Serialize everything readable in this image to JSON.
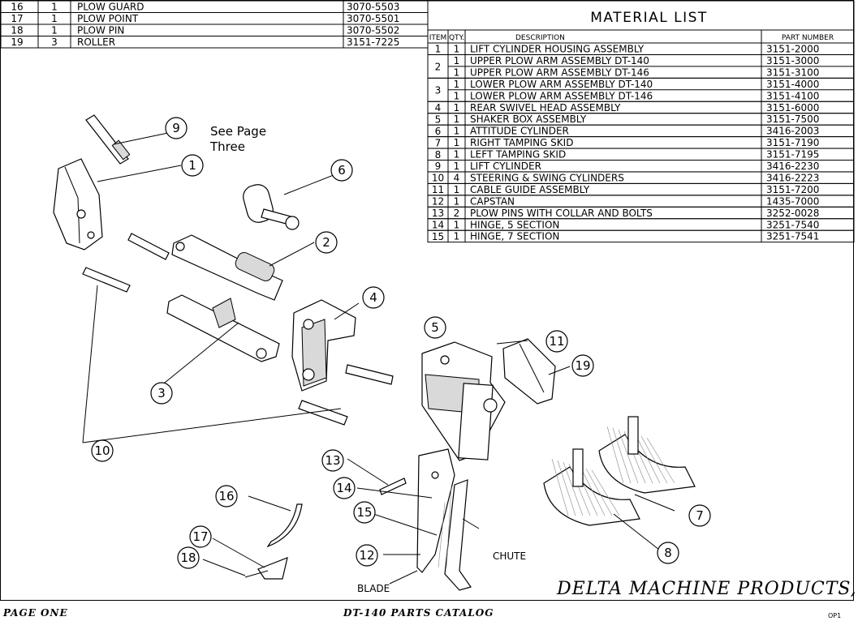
{
  "extra_table": {
    "rows": [
      {
        "item": "16",
        "qty": "1",
        "description": "PLOW GUARD",
        "part": "3070-5503"
      },
      {
        "item": "17",
        "qty": "1",
        "description": "PLOW POINT",
        "part": "3070-5501"
      },
      {
        "item": "18",
        "qty": "1",
        "description": "PLOW PIN",
        "part": "3070-5502"
      },
      {
        "item": "19",
        "qty": "3",
        "description": "ROLLER",
        "part": "3151-7225"
      }
    ]
  },
  "material_list": {
    "title": "MATERIAL LIST",
    "headers": {
      "item": "ITEM",
      "qty": "QTY.",
      "description": "DESCRIPTION",
      "part": "PART NUMBER"
    },
    "groups": [
      {
        "item": "1",
        "rows": [
          {
            "qty": "1",
            "description": "LIFT CYLINDER HOUSING ASSEMBLY",
            "part": "3151-2000"
          }
        ]
      },
      {
        "item": "2",
        "rows": [
          {
            "qty": "1",
            "description": "UPPER PLOW ARM ASSEMBLY DT-140",
            "part": "3151-3000"
          },
          {
            "qty": "1",
            "description": "UPPER PLOW ARM ASSEMBLY DT-146",
            "part": "3151-3100"
          }
        ]
      },
      {
        "item": "3",
        "rows": [
          {
            "qty": "1",
            "description": "LOWER PLOW ARM ASSEMBLY DT-140",
            "part": "3151-4000"
          },
          {
            "qty": "1",
            "description": "LOWER PLOW ARM ASSEMBLY DT-146",
            "part": "3151-4100"
          }
        ]
      },
      {
        "item": "4",
        "rows": [
          {
            "qty": "1",
            "description": "REAR SWIVEL HEAD ASSEMBLY",
            "part": "3151-6000"
          }
        ]
      },
      {
        "item": "5",
        "rows": [
          {
            "qty": "1",
            "description": "SHAKER BOX ASSEMBLY",
            "part": "3151-7500"
          }
        ]
      },
      {
        "item": "6",
        "rows": [
          {
            "qty": "1",
            "description": "ATTITUDE CYLINDER",
            "part": "3416-2003"
          }
        ]
      },
      {
        "item": "7",
        "rows": [
          {
            "qty": "1",
            "description": "RIGHT TAMPING SKID",
            "part": "3151-7190"
          }
        ]
      },
      {
        "item": "8",
        "rows": [
          {
            "qty": "1",
            "description": "LEFT TAMPING SKID",
            "part": "3151-7195"
          }
        ]
      },
      {
        "item": "9",
        "rows": [
          {
            "qty": "1",
            "description": "LIFT CYLINDER",
            "part": "3416-2230"
          }
        ]
      },
      {
        "item": "10",
        "rows": [
          {
            "qty": "4",
            "description": "STEERING & SWING CYLINDERS",
            "part": "3416-2223"
          }
        ]
      },
      {
        "item": "11",
        "rows": [
          {
            "qty": "1",
            "description": "CABLE GUIDE ASSEMBLY",
            "part": "3151-7200"
          }
        ]
      },
      {
        "item": "12",
        "rows": [
          {
            "qty": "1",
            "description": "CAPSTAN",
            "part": "1435-7000"
          }
        ]
      },
      {
        "item": "13",
        "rows": [
          {
            "qty": "2",
            "description": "PLOW PINS WITH COLLAR AND BOLTS",
            "part": "3252-0028"
          }
        ]
      },
      {
        "item": "14",
        "rows": [
          {
            "qty": "1",
            "description": "HINGE, 5 SECTION",
            "part": "3251-7540"
          }
        ]
      },
      {
        "item": "15",
        "rows": [
          {
            "qty": "1",
            "description": "HINGE, 7 SECTION",
            "part": "3251-7541"
          }
        ]
      }
    ]
  },
  "callouts": [
    "1",
    "2",
    "3",
    "4",
    "5",
    "6",
    "7",
    "8",
    "9",
    "10",
    "11",
    "12",
    "13",
    "14",
    "15",
    "16",
    "17",
    "18",
    "19"
  ],
  "notes": {
    "see_page_line1": "See Page",
    "see_page_line2": "Three"
  },
  "part_labels": {
    "chute": "CHUTE",
    "blade": "BLADE"
  },
  "company": "DELTA MACHINE PRODUCTS, INC.",
  "footer": {
    "page": "PAGE ONE",
    "catalog": "DT-140 PARTS CATALOG",
    "code": "OP1"
  }
}
